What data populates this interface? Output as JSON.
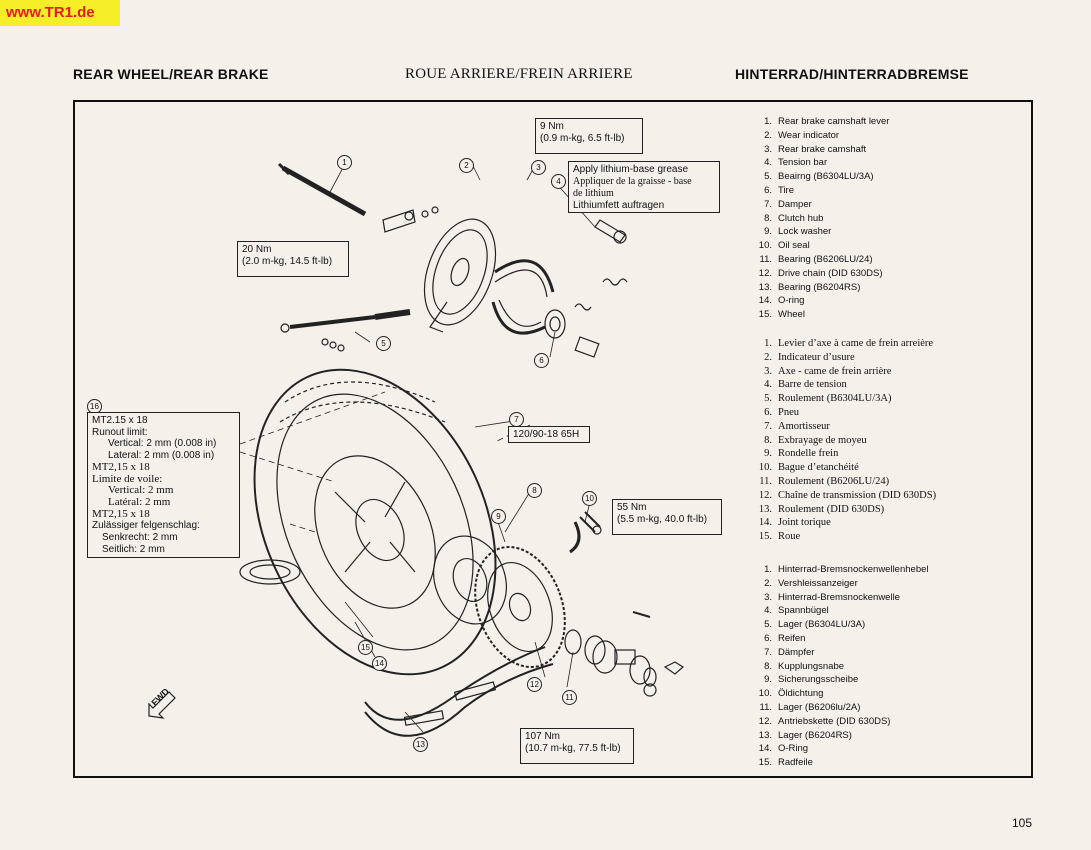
{
  "watermark": "www.TR1.de",
  "headers": {
    "en": "REAR WHEEL/REAR BRAKE",
    "fr": "ROUE ARRIERE/FREIN ARRIERE",
    "de": "HINTERRAD/HINTERRADBREMSE"
  },
  "callouts": {
    "torque_9": [
      "9 Nm",
      "(0.9 m-kg, 6.5 ft-lb)"
    ],
    "grease": [
      "Apply lithium-base grease",
      "Appliquer de la graisse - base",
      "de lithium",
      "Lithiumfett auftragen"
    ],
    "torque_20": [
      "20 Nm",
      "(2.0 m-kg, 14.5 ft-lb)"
    ],
    "tire_size": "120/90-18 65H",
    "runout": [
      "MT2.15 x 18",
      "Runout limit:",
      "Vertical:   2 mm (0.008 in)",
      "Lateral:   2 mm (0.008 in)",
      "MT2,15 x 18",
      "Limite de voile:",
      "Vertical:  2 mm",
      "Latéral:   2 mm",
      "MT2,15 x 18",
      "Zulässiger felgenschlag:",
      "Senkrecht:  2 mm",
      "Seitlich:     2 mm"
    ],
    "torque_55": [
      "55 Nm",
      "(5.5 m-kg, 40.0 ft-lb)"
    ],
    "torque_107": [
      "107 Nm",
      "(10.7 m-kg, 77.5 ft-lb)"
    ],
    "fwd": "FWD"
  },
  "part_numbers": [
    "1",
    "2",
    "3",
    "4",
    "5",
    "6",
    "7",
    "8",
    "9",
    "10",
    "11",
    "12",
    "13",
    "14",
    "15",
    "16"
  ],
  "legend_en": [
    {
      "n": "1.",
      "t": "Rear brake camshaft lever"
    },
    {
      "n": "2.",
      "t": "Wear indicator"
    },
    {
      "n": "3.",
      "t": "Rear brake camshaft"
    },
    {
      "n": "4.",
      "t": "Tension bar"
    },
    {
      "n": "5.",
      "t": "Beairng (B6304LU/3A)"
    },
    {
      "n": "6.",
      "t": "Tire"
    },
    {
      "n": "7.",
      "t": "Damper"
    },
    {
      "n": "8.",
      "t": "Clutch hub"
    },
    {
      "n": "9.",
      "t": "Lock washer"
    },
    {
      "n": "10.",
      "t": "Oil seal"
    },
    {
      "n": "11.",
      "t": "Bearing (B6206LU/24)"
    },
    {
      "n": "12.",
      "t": "Drive chain (DID 630DS)"
    },
    {
      "n": "13.",
      "t": "Bearing (B6204RS)"
    },
    {
      "n": "14.",
      "t": "O-ring"
    },
    {
      "n": "15.",
      "t": "Wheel"
    }
  ],
  "legend_fr": [
    {
      "n": "1.",
      "t": "Levier d’axe à came de frein arreière"
    },
    {
      "n": "2.",
      "t": "Indicateur d’usure"
    },
    {
      "n": "3.",
      "t": "Axe - came de frein arrière"
    },
    {
      "n": "4.",
      "t": "Barre de tension"
    },
    {
      "n": "5.",
      "t": "Roulement (B6304LU/3A)"
    },
    {
      "n": "6.",
      "t": "Pneu"
    },
    {
      "n": "7.",
      "t": "Amortisseur"
    },
    {
      "n": "8.",
      "t": "Exbrayage de moyeu"
    },
    {
      "n": "9.",
      "t": "Rondelle frein"
    },
    {
      "n": "10.",
      "t": "Bague d’etanchéité"
    },
    {
      "n": "11.",
      "t": "Roulement (B6206LU/24)"
    },
    {
      "n": "12.",
      "t": "Chaîne de transmission (DID 630DS)"
    },
    {
      "n": "13.",
      "t": "Roulement (DID 630DS)"
    },
    {
      "n": "14.",
      "t": "Joint torique"
    },
    {
      "n": "15.",
      "t": "Roue"
    }
  ],
  "legend_de": [
    {
      "n": "1.",
      "t": "Hinterrad-Bremsnockenwellenhebel"
    },
    {
      "n": "2.",
      "t": "Vershleissanzeiger"
    },
    {
      "n": "3.",
      "t": "Hinterrad-Bremsnockenwelle"
    },
    {
      "n": "4.",
      "t": "Spannbügel"
    },
    {
      "n": "5.",
      "t": "Lager (B6304LU/3A)"
    },
    {
      "n": "6.",
      "t": "Reifen"
    },
    {
      "n": "7.",
      "t": "Dämpfer"
    },
    {
      "n": "8.",
      "t": "Kupplungsnabe"
    },
    {
      "n": "9.",
      "t": "Sicherungsscheibe"
    },
    {
      "n": "10.",
      "t": "Öldichtung"
    },
    {
      "n": "11.",
      "t": "Lager (B6206lu/2A)"
    },
    {
      "n": "12.",
      "t": "Antriebskette (DID 630DS)"
    },
    {
      "n": "13.",
      "t": "Lager (B6204RS)"
    },
    {
      "n": "14.",
      "t": "O-Ring"
    },
    {
      "n": "15.",
      "t": "Radfeile"
    }
  ],
  "page_number": "105"
}
